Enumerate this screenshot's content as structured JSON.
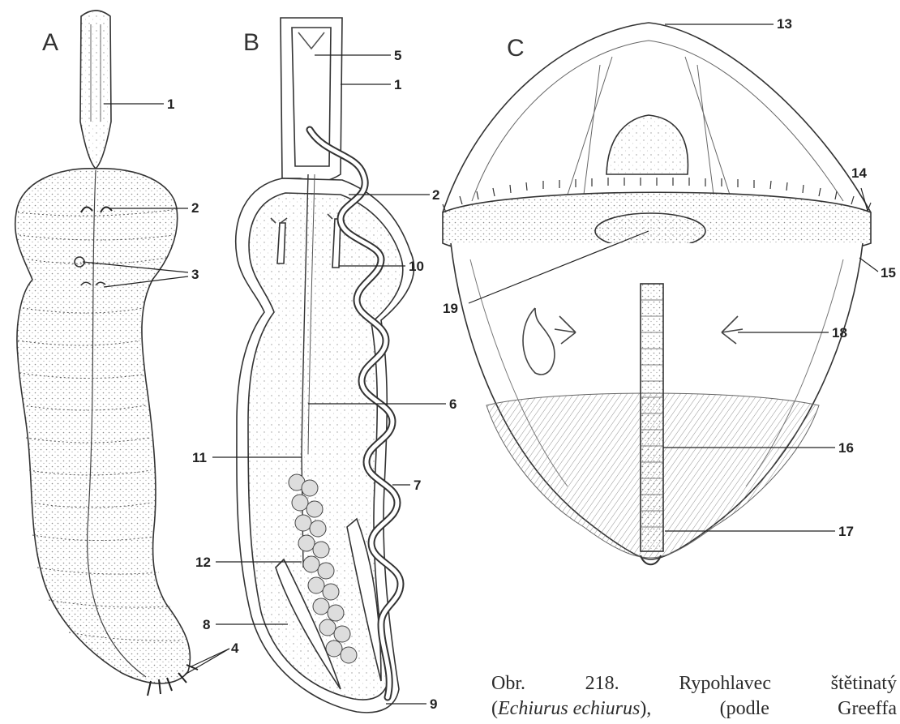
{
  "figure": {
    "panels": [
      {
        "id": "A",
        "letter": "A"
      },
      {
        "id": "B",
        "letter": "B"
      },
      {
        "id": "C",
        "letter": "C"
      }
    ],
    "labels": {
      "l1a": "1",
      "l2a": "2",
      "l3": "3",
      "l4": "4",
      "l5": "5",
      "l1b": "1",
      "l2b": "2",
      "l10": "10",
      "l6": "6",
      "l11": "11",
      "l7": "7",
      "l12": "12",
      "l8": "8",
      "l9": "9",
      "l13": "13",
      "l14": "14",
      "l15": "15",
      "l19": "19",
      "l18": "18",
      "l16": "16",
      "l17": "17"
    }
  },
  "caption": {
    "line1": [
      "Obr.",
      "218.",
      "Rypohlavec",
      "štětinatý"
    ],
    "line2": {
      "paren_open": "(",
      "species": "Echiurus echiurus",
      "rest": "),",
      "words": [
        "(podle",
        "Greeffa"
      ]
    }
  },
  "colors": {
    "ink": "#2a2a2a",
    "stipple": "#cfcfcf",
    "paper": "#ffffff"
  }
}
